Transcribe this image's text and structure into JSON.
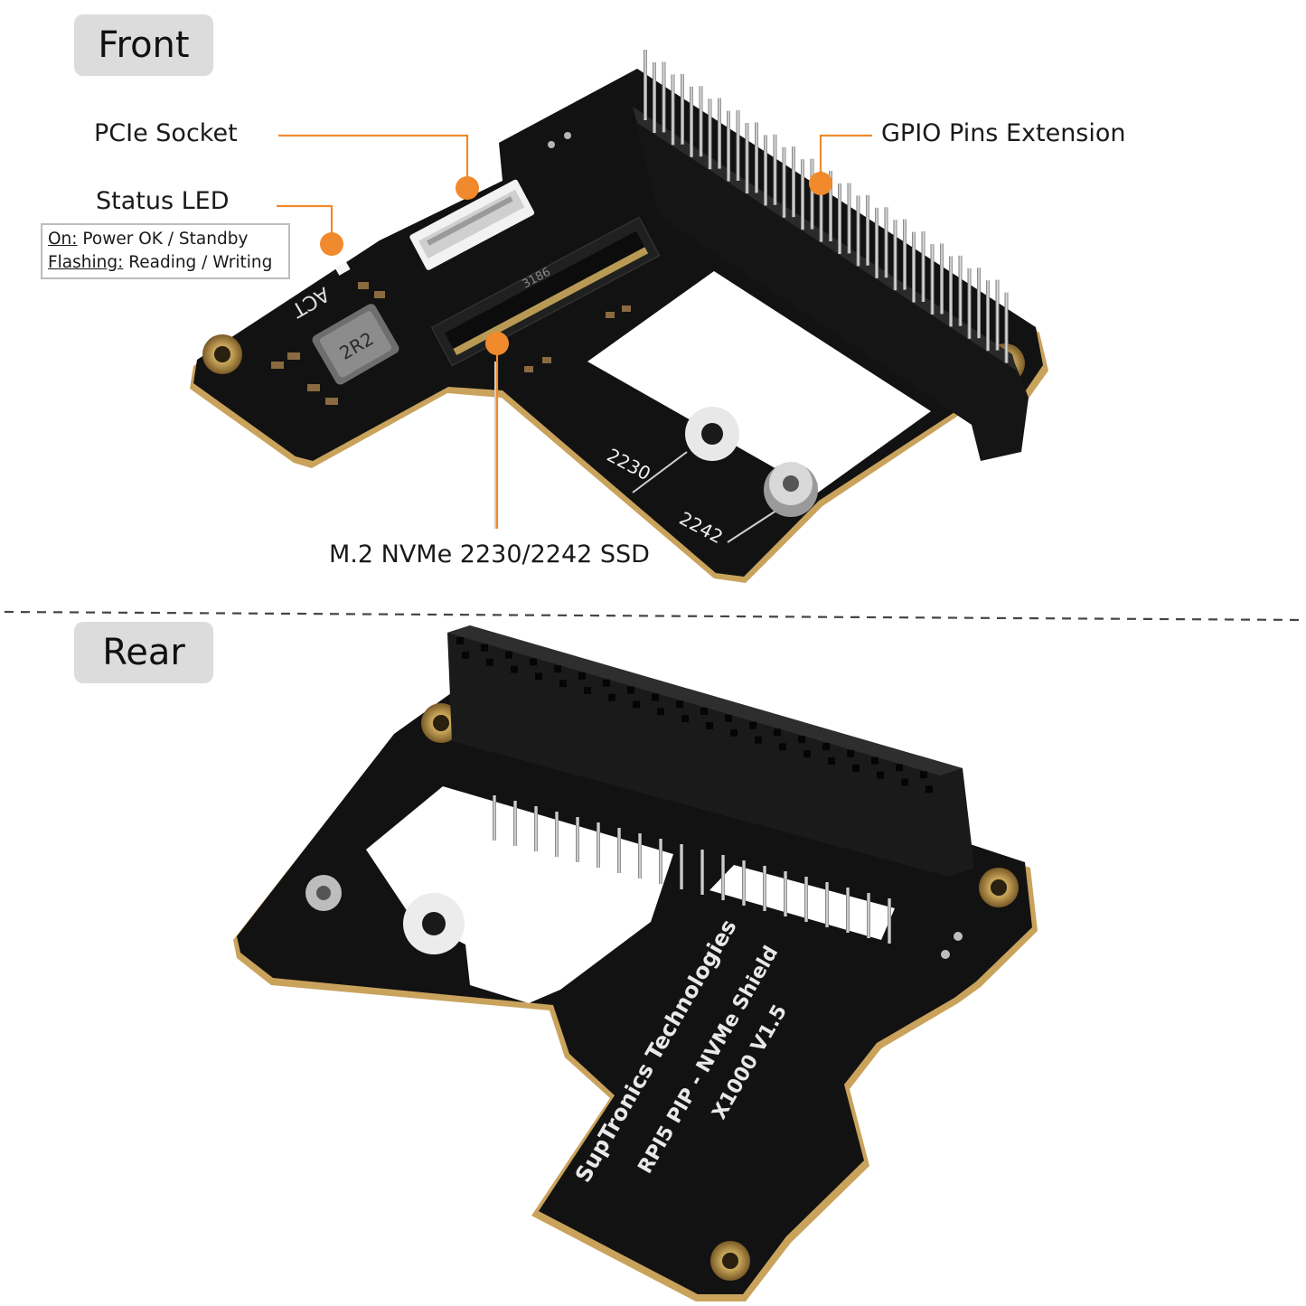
{
  "sections": {
    "front_label": "Front",
    "rear_label": "Rear"
  },
  "callouts": {
    "pcie_socket": "PCIe Socket",
    "gpio_pins": "GPIO Pins Extension",
    "status_led": "Status LED",
    "ssd": "M.2 NVMe 2230/2242 SSD"
  },
  "led_legend": {
    "on_key": "On:",
    "on_value": " Power OK / Standby",
    "flash_key": "Flashing:",
    "flash_value": " Reading / Writing"
  },
  "board_marks": {
    "act": "ACT",
    "inductor": "2R2",
    "connector": "3186",
    "mark_2230": "2230",
    "mark_2242": "2242"
  },
  "rear_silkscreen": {
    "line1": "SupTronics Technologies",
    "line2": "RPI5 PIP - NVMe Shield",
    "line3": "X1000 V1.5"
  },
  "colors": {
    "accent": "#f08a2c",
    "pcb": "#121212",
    "tag_bg": "#dcdcdc"
  }
}
